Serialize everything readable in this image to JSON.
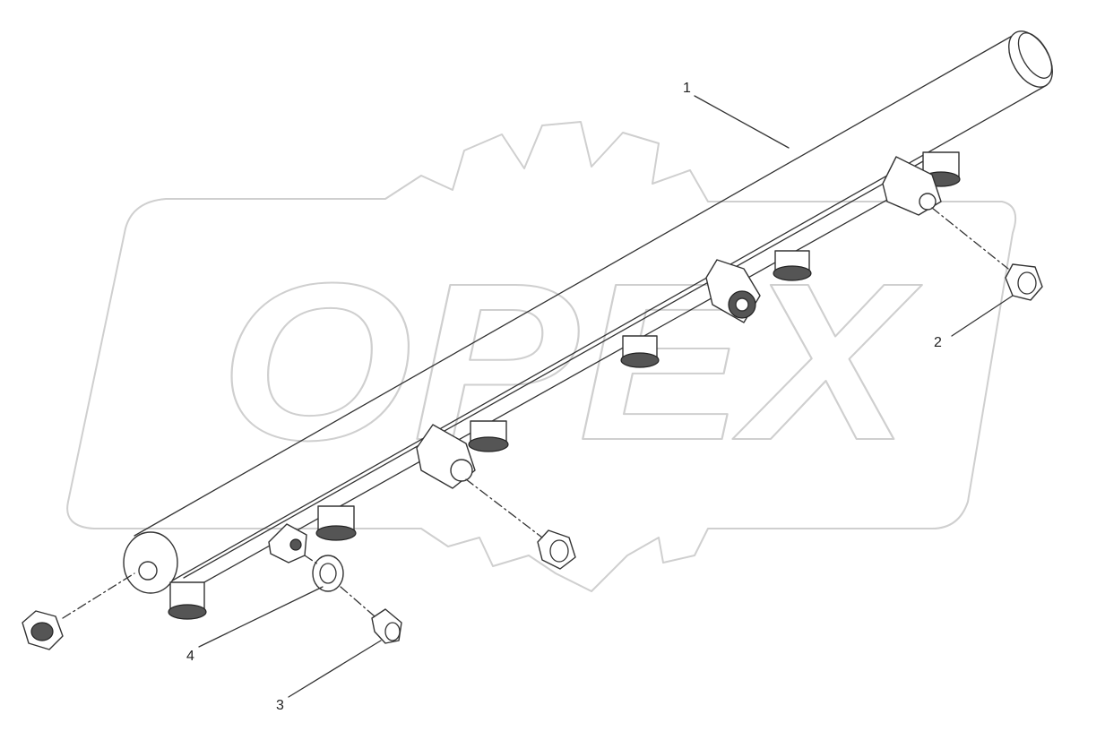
{
  "callouts": [
    {
      "id": "1",
      "label": "1"
    },
    {
      "id": "2",
      "label": "2"
    },
    {
      "id": "3",
      "label": "3"
    },
    {
      "id": "4",
      "label": "4"
    }
  ],
  "watermark": {
    "text": "OPEX"
  },
  "colors": {
    "line": "#333333",
    "watermark": "#cfcfcf",
    "background": "#ffffff"
  }
}
